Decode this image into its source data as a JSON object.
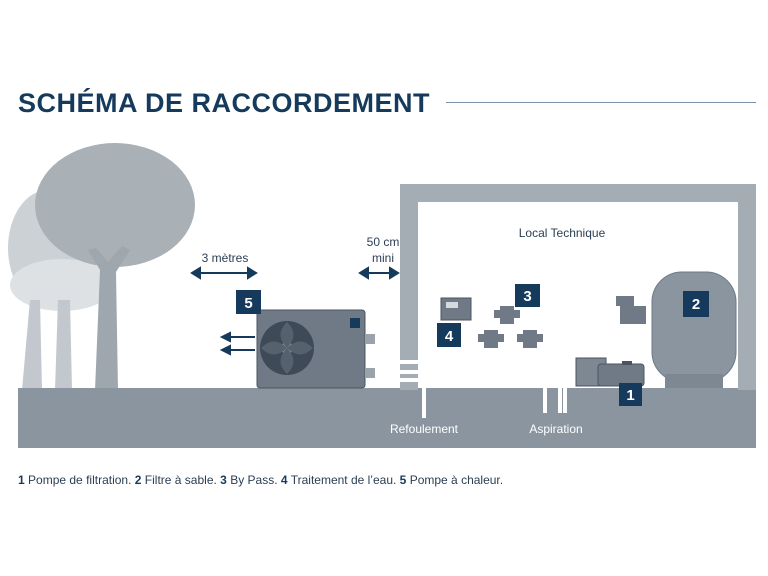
{
  "title": "SCHÉMA DE RACCORDEMENT",
  "labels": {
    "distance_pump": "3 mètres",
    "distance_wall_line1": "50 cm",
    "distance_wall_line2": "mini",
    "room": "Local Technique",
    "outlet": "Refoulement",
    "inlet": "Aspiration"
  },
  "badges": [
    "1",
    "2",
    "3",
    "4",
    "5"
  ],
  "legend": [
    {
      "num": "1",
      "text": "Pompe de filtration."
    },
    {
      "num": "2",
      "text": "Filtre à sable."
    },
    {
      "num": "3",
      "text": "By Pass."
    },
    {
      "num": "4",
      "text": "Traitement de l’eau."
    },
    {
      "num": "5",
      "text": "Pompe à chaleur."
    }
  ],
  "colors": {
    "navy": "#163a5c",
    "ground": "#8b959f",
    "wall": "#a5adb4",
    "tree_dark": "#a9b0b6",
    "tree_light": "#ccd1d5",
    "pipe": "#ffffff"
  }
}
